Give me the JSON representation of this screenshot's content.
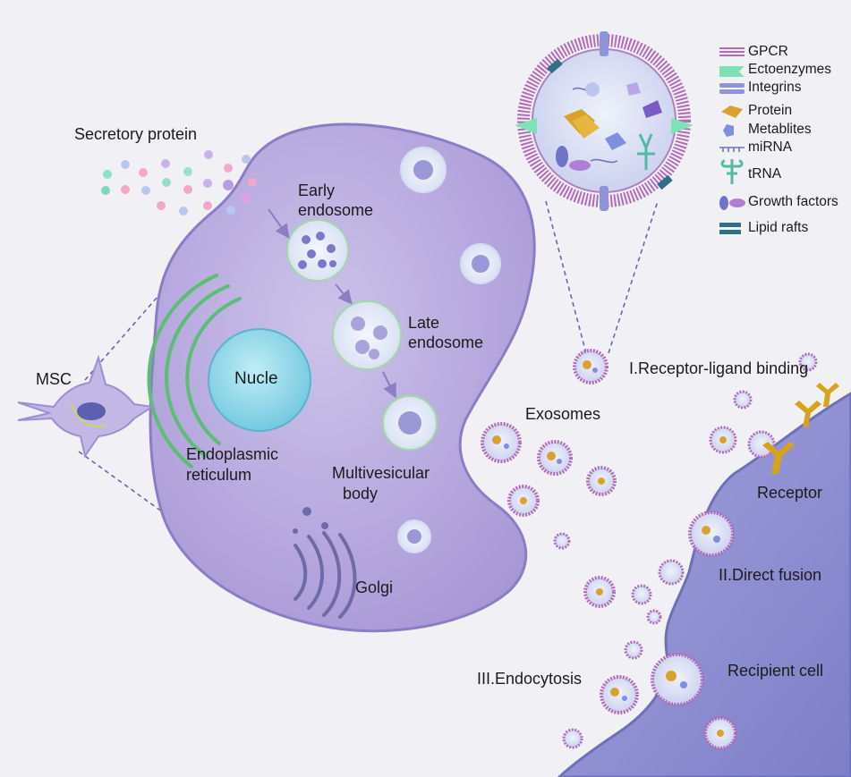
{
  "labels": {
    "secretory_protein": "Secretory protein",
    "early_endosome": [
      "Early",
      "endosome"
    ],
    "late_endosome": [
      "Late",
      "endosome"
    ],
    "nucleus": "Nucle",
    "endoplasmic_reticulum": [
      "Endoplasmic",
      "reticulum"
    ],
    "multivesicular_body": [
      "Multivesicular",
      "body"
    ],
    "golgi": "Golgi",
    "msc": "MSC",
    "exosomes": "Exosomes",
    "receptor_ligand": "I.Receptor-ligand binding",
    "receptor": "Receptor",
    "direct_fusion": "II.Direct fusion",
    "endocytosis": "III.Endocytosis",
    "recipient_cell": "Recipient cell"
  },
  "legend": [
    {
      "icon": "gpcr-icon",
      "label": "GPCR"
    },
    {
      "icon": "ectoenzymes-icon",
      "label": "Ectoenzymes"
    },
    {
      "icon": "integrins-icon",
      "label": "Integrins"
    },
    {
      "icon": "protein-icon",
      "label": "Protein"
    },
    {
      "icon": "metabolites-icon",
      "label": "Metablites"
    },
    {
      "icon": "mirna-icon",
      "label": "miRNA"
    },
    {
      "icon": "trna-icon",
      "label": "tRNA"
    },
    {
      "icon": "growth-factors-icon",
      "label": "Growth factors"
    },
    {
      "icon": "lipid-rafts-icon",
      "label": "Lipid rafts"
    }
  ],
  "colors": {
    "background": "#f1f1f5",
    "cell_fill": "#b6a8dc",
    "cell_edge": "#8c7cc6",
    "recipient_fill": "#8f8fd1",
    "nucleus": "#8fd6e6",
    "er_green": "#72c98e",
    "vesicle": "#dfe7f6",
    "protein": "#d9a22c",
    "lipid_rafts": "#2f6f8a",
    "membrane_pink": "#b06cb6"
  }
}
